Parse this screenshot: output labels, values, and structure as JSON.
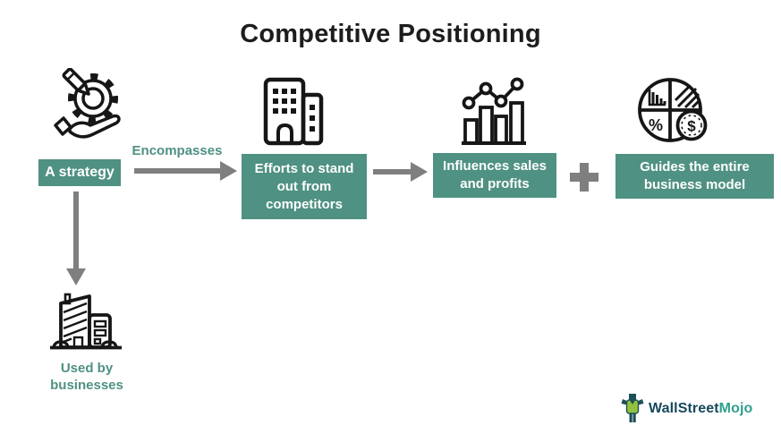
{
  "title": "Competitive Positioning",
  "colors": {
    "teal": "#4F9182",
    "arrow_gray": "#7F7F7F",
    "icon_ink": "#161616",
    "title_ink": "#1D1D1D",
    "logo_dark": "#16485C",
    "logo_green": "#2FA08C"
  },
  "flow": {
    "strategy": {
      "label": "A strategy",
      "icon": "hand-gear-pencil-icon"
    },
    "connector1": {
      "label": "Encompasses"
    },
    "efforts": {
      "label": "Efforts to stand out from competitors",
      "icon": "office-buildings-icon"
    },
    "influences": {
      "label": "Influences sales and profits",
      "icon": "bar-line-chart-icon"
    },
    "plus": {
      "symbol": "+"
    },
    "guides": {
      "label": "Guides the entire business model",
      "icon": "pie-chart-finance-icon"
    },
    "used_by": {
      "label": "Used by businesses",
      "icon": "corporate-building-icon"
    }
  },
  "logo": {
    "part1": "WallStreet",
    "part2": "Mojo"
  }
}
